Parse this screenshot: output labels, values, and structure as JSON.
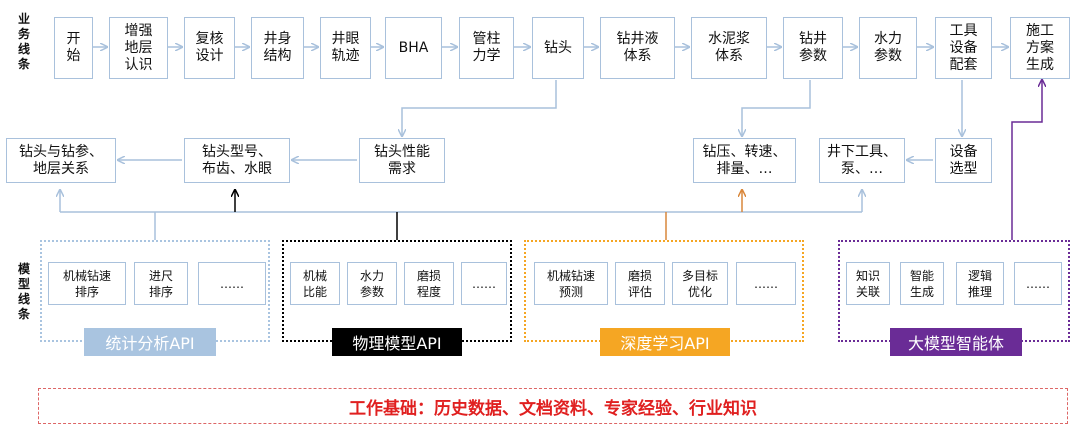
{
  "lanes": {
    "business": "业务\n线条",
    "model": "模型\n线条"
  },
  "flow": [
    "开\n始",
    "增强\n地层\n认识",
    "复核\n设计",
    "井身\n结构",
    "井眼\n轨迹",
    "BHA",
    "管柱\n力学",
    "钻头",
    "钻井液\n体系",
    "水泥浆\n体系",
    "钻井\n参数",
    "水力\n参数",
    "工具\n设备\n配套",
    "施工\n方案\n生成"
  ],
  "mid_nodes": {
    "relation": "钻头与钻参、\n地层关系",
    "bit_type": "钻头型号、\n布齿、水眼",
    "bit_need": "钻头性能\n需求",
    "wob": "钻压、转速、\n排量、…",
    "downhole": "井下工具、\n泵、…",
    "selection": "设备\n选型"
  },
  "groups": {
    "stats": {
      "title": "统计分析API",
      "items": [
        "机械钻速\n排序",
        "进尺\n排序",
        "……"
      ]
    },
    "physics": {
      "title": "物理模型API",
      "items": [
        "机械\n比能",
        "水力\n参数",
        "磨损\n程度",
        "……"
      ]
    },
    "deep": {
      "title": "深度学习API",
      "items": [
        "机械钻速\n预测",
        "磨损\n评估",
        "多目标\n优化",
        "……"
      ]
    },
    "llm": {
      "title": "大模型智能体",
      "items": [
        "知识\n关联",
        "智能\n生成",
        "逻辑\n推理",
        "……"
      ]
    }
  },
  "foundation": "工作基础：历史数据、文档资料、专家经验、行业知识",
  "colors": {
    "box_border": "#a9c1dc",
    "arrow": "#a9c1dc",
    "stats": "#a9c4e0",
    "physics": "#000000",
    "deep": "#f5a623",
    "llm": "#6a2c96",
    "foundation_text": "#e02020"
  }
}
